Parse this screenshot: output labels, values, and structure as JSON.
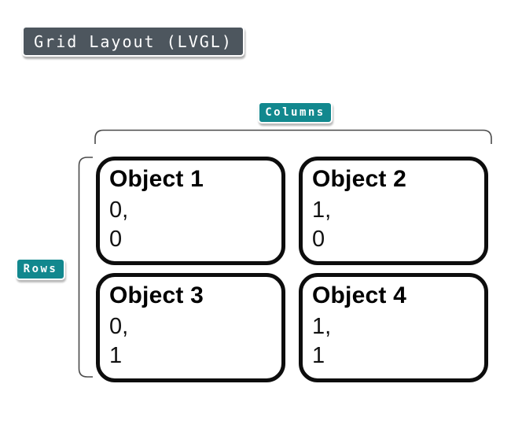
{
  "title_badge": {
    "label": "Grid Layout (LVGL)"
  },
  "columns_badge": {
    "label": "Columns"
  },
  "rows_badge": {
    "label": "Rows"
  },
  "grid": {
    "cells": [
      {
        "name": "Object 1",
        "line1": "0,",
        "line2": "0"
      },
      {
        "name": "Object 2",
        "line1": "1,",
        "line2": "0"
      },
      {
        "name": "Object 3",
        "line1": "0,",
        "line2": "1"
      },
      {
        "name": "Object 4",
        "line1": "1,",
        "line2": "1"
      }
    ]
  },
  "colors": {
    "teal_badge": "#12888E",
    "slate_badge": "#4D565E",
    "cell_border": "#0D0D0D",
    "bracket": "#4A4A4A"
  }
}
